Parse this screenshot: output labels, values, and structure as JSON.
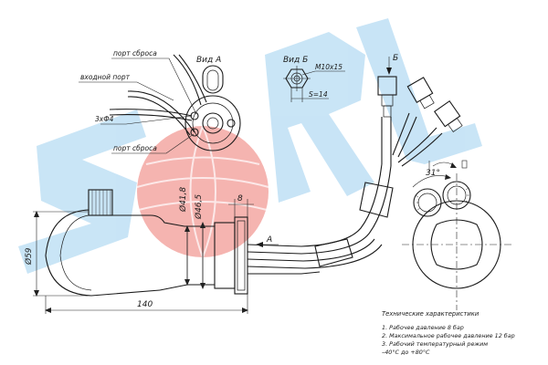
{
  "colors": {
    "watermark_blue": "#4aa3df",
    "watermark_red": "#e53935",
    "line": "#1a1a1a"
  },
  "labels": {
    "view_a": "Вид А",
    "view_b": "Вид Б",
    "port_reset_top": "порт сброса",
    "port_input": "входной порт",
    "port_holes": "3хФ4",
    "port_reset_bottom": "порт сброса",
    "thread": "M10x15",
    "wrench": "S=14",
    "marker_b": "Б",
    "marker_a": "A",
    "dim_59": "Ø59",
    "dim_41_8": "Ø41,8",
    "dim_46_5": "Ø46,5",
    "dim_8": "8",
    "dim_140": "140",
    "angle_31": "31°"
  },
  "specs": {
    "title": "Технические характеристики",
    "items": [
      "1. Рабочее давление  8 бар",
      "2. Максимальное рабочее давление  12 бар",
      "3. Рабочий температурный режим",
      "–40°С до +80°С"
    ]
  }
}
